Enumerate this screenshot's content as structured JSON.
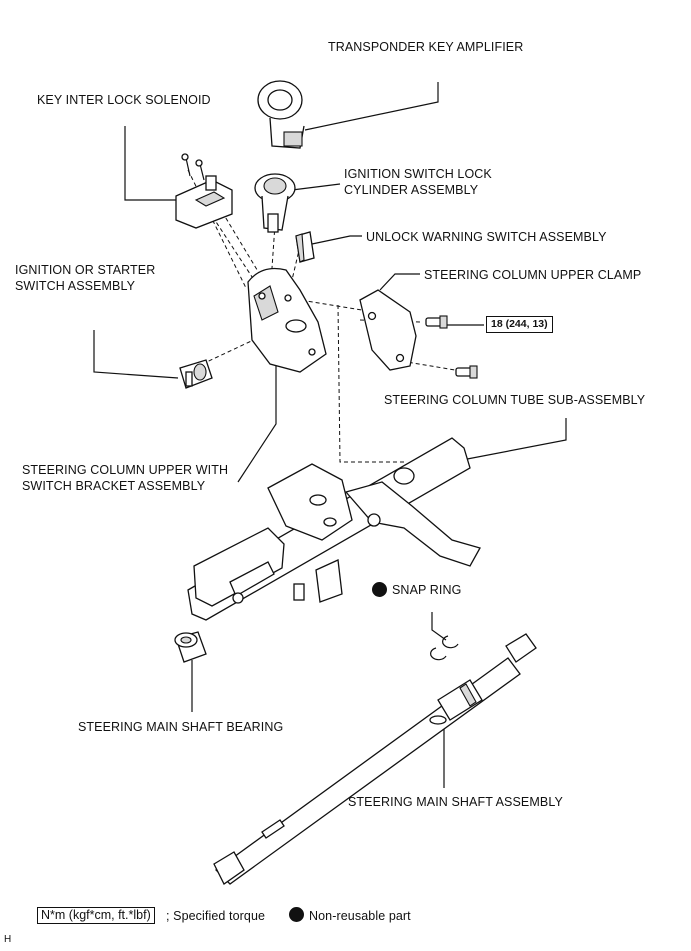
{
  "labels": {
    "transponder": "TRANSPONDER KEY AMPLIFIER",
    "key_interlock": "KEY INTER LOCK SOLENOID",
    "ign_cyl_1": "IGNITION SWITCH LOCK",
    "ign_cyl_2": "CYLINDER ASSEMBLY",
    "unlock_warning": "UNLOCK WARNING SWITCH ASSEMBLY",
    "ign_starter_1": "IGNITION OR STARTER",
    "ign_starter_2": "SWITCH ASSEMBLY",
    "upper_clamp": "STEERING COLUMN UPPER CLAMP",
    "tube_sub": "STEERING COLUMN TUBE SUB-ASSEMBLY",
    "upper_bracket_1": "STEERING COLUMN UPPER WITH",
    "upper_bracket_2": "SWITCH BRACKET ASSEMBLY",
    "snap_ring": "SNAP RING",
    "shaft_bearing": "STEERING MAIN SHAFT BEARING",
    "shaft_assembly": "STEERING MAIN SHAFT ASSEMBLY"
  },
  "torque": "18 (244, 13)",
  "legend": {
    "torque_unit": "N*m (kgf*cm, ft.*lbf)",
    "torque_text": "; Specified torque",
    "nonreusable_text": "Non-reusable part"
  },
  "corner_mark": "H"
}
